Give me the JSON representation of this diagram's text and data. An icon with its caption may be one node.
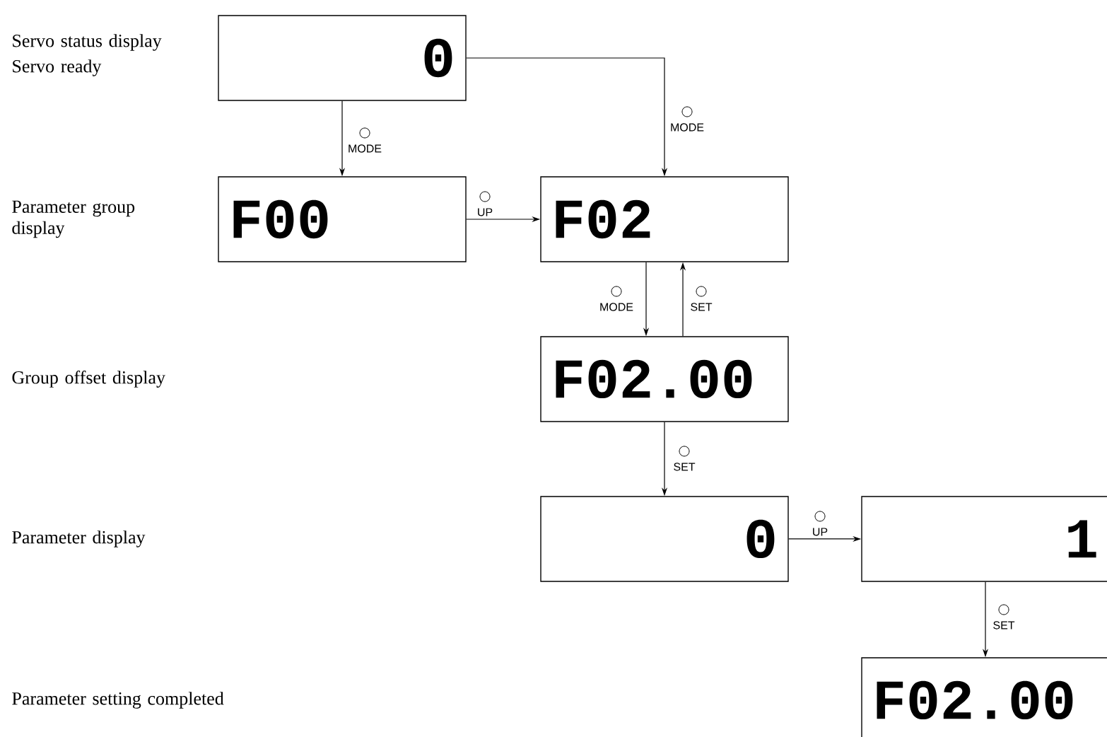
{
  "diagram": {
    "nodes": [
      {
        "text": [
          "0"
        ]
      },
      {
        "text": [
          "F00"
        ]
      },
      {
        "text": [
          "F02"
        ]
      },
      {
        "text": [
          "F02.00"
        ]
      },
      {
        "text": [
          "0"
        ]
      },
      {
        "text": [
          "1"
        ]
      },
      {
        "text": [
          "F02.00"
        ]
      }
    ],
    "edges": [
      {
        "from": 0,
        "to": 1,
        "arrow": "to",
        "label": "MODE"
      },
      {
        "from": 0,
        "to": 2,
        "arrow": "to",
        "label": "MODE"
      },
      {
        "from": 1,
        "to": 2,
        "arrow": "to",
        "label": "UP"
      },
      {
        "from": 2,
        "to": 3,
        "arrow": "to",
        "label": "MODE"
      },
      {
        "from": 3,
        "to": 2,
        "arrow": "to",
        "label": "SET"
      },
      {
        "from": 3,
        "to": 4,
        "arrow": "to",
        "label": "SET"
      },
      {
        "from": 4,
        "to": 5,
        "arrow": "to",
        "label": "UP"
      },
      {
        "from": 5,
        "to": 6,
        "arrow": "to",
        "label": "SET"
      }
    ],
    "labels": [
      "Servo status display",
      "Servo ready",
      "Parameter group display",
      "Group offset display",
      "Parameter display",
      "Parameter setting completed"
    ]
  }
}
